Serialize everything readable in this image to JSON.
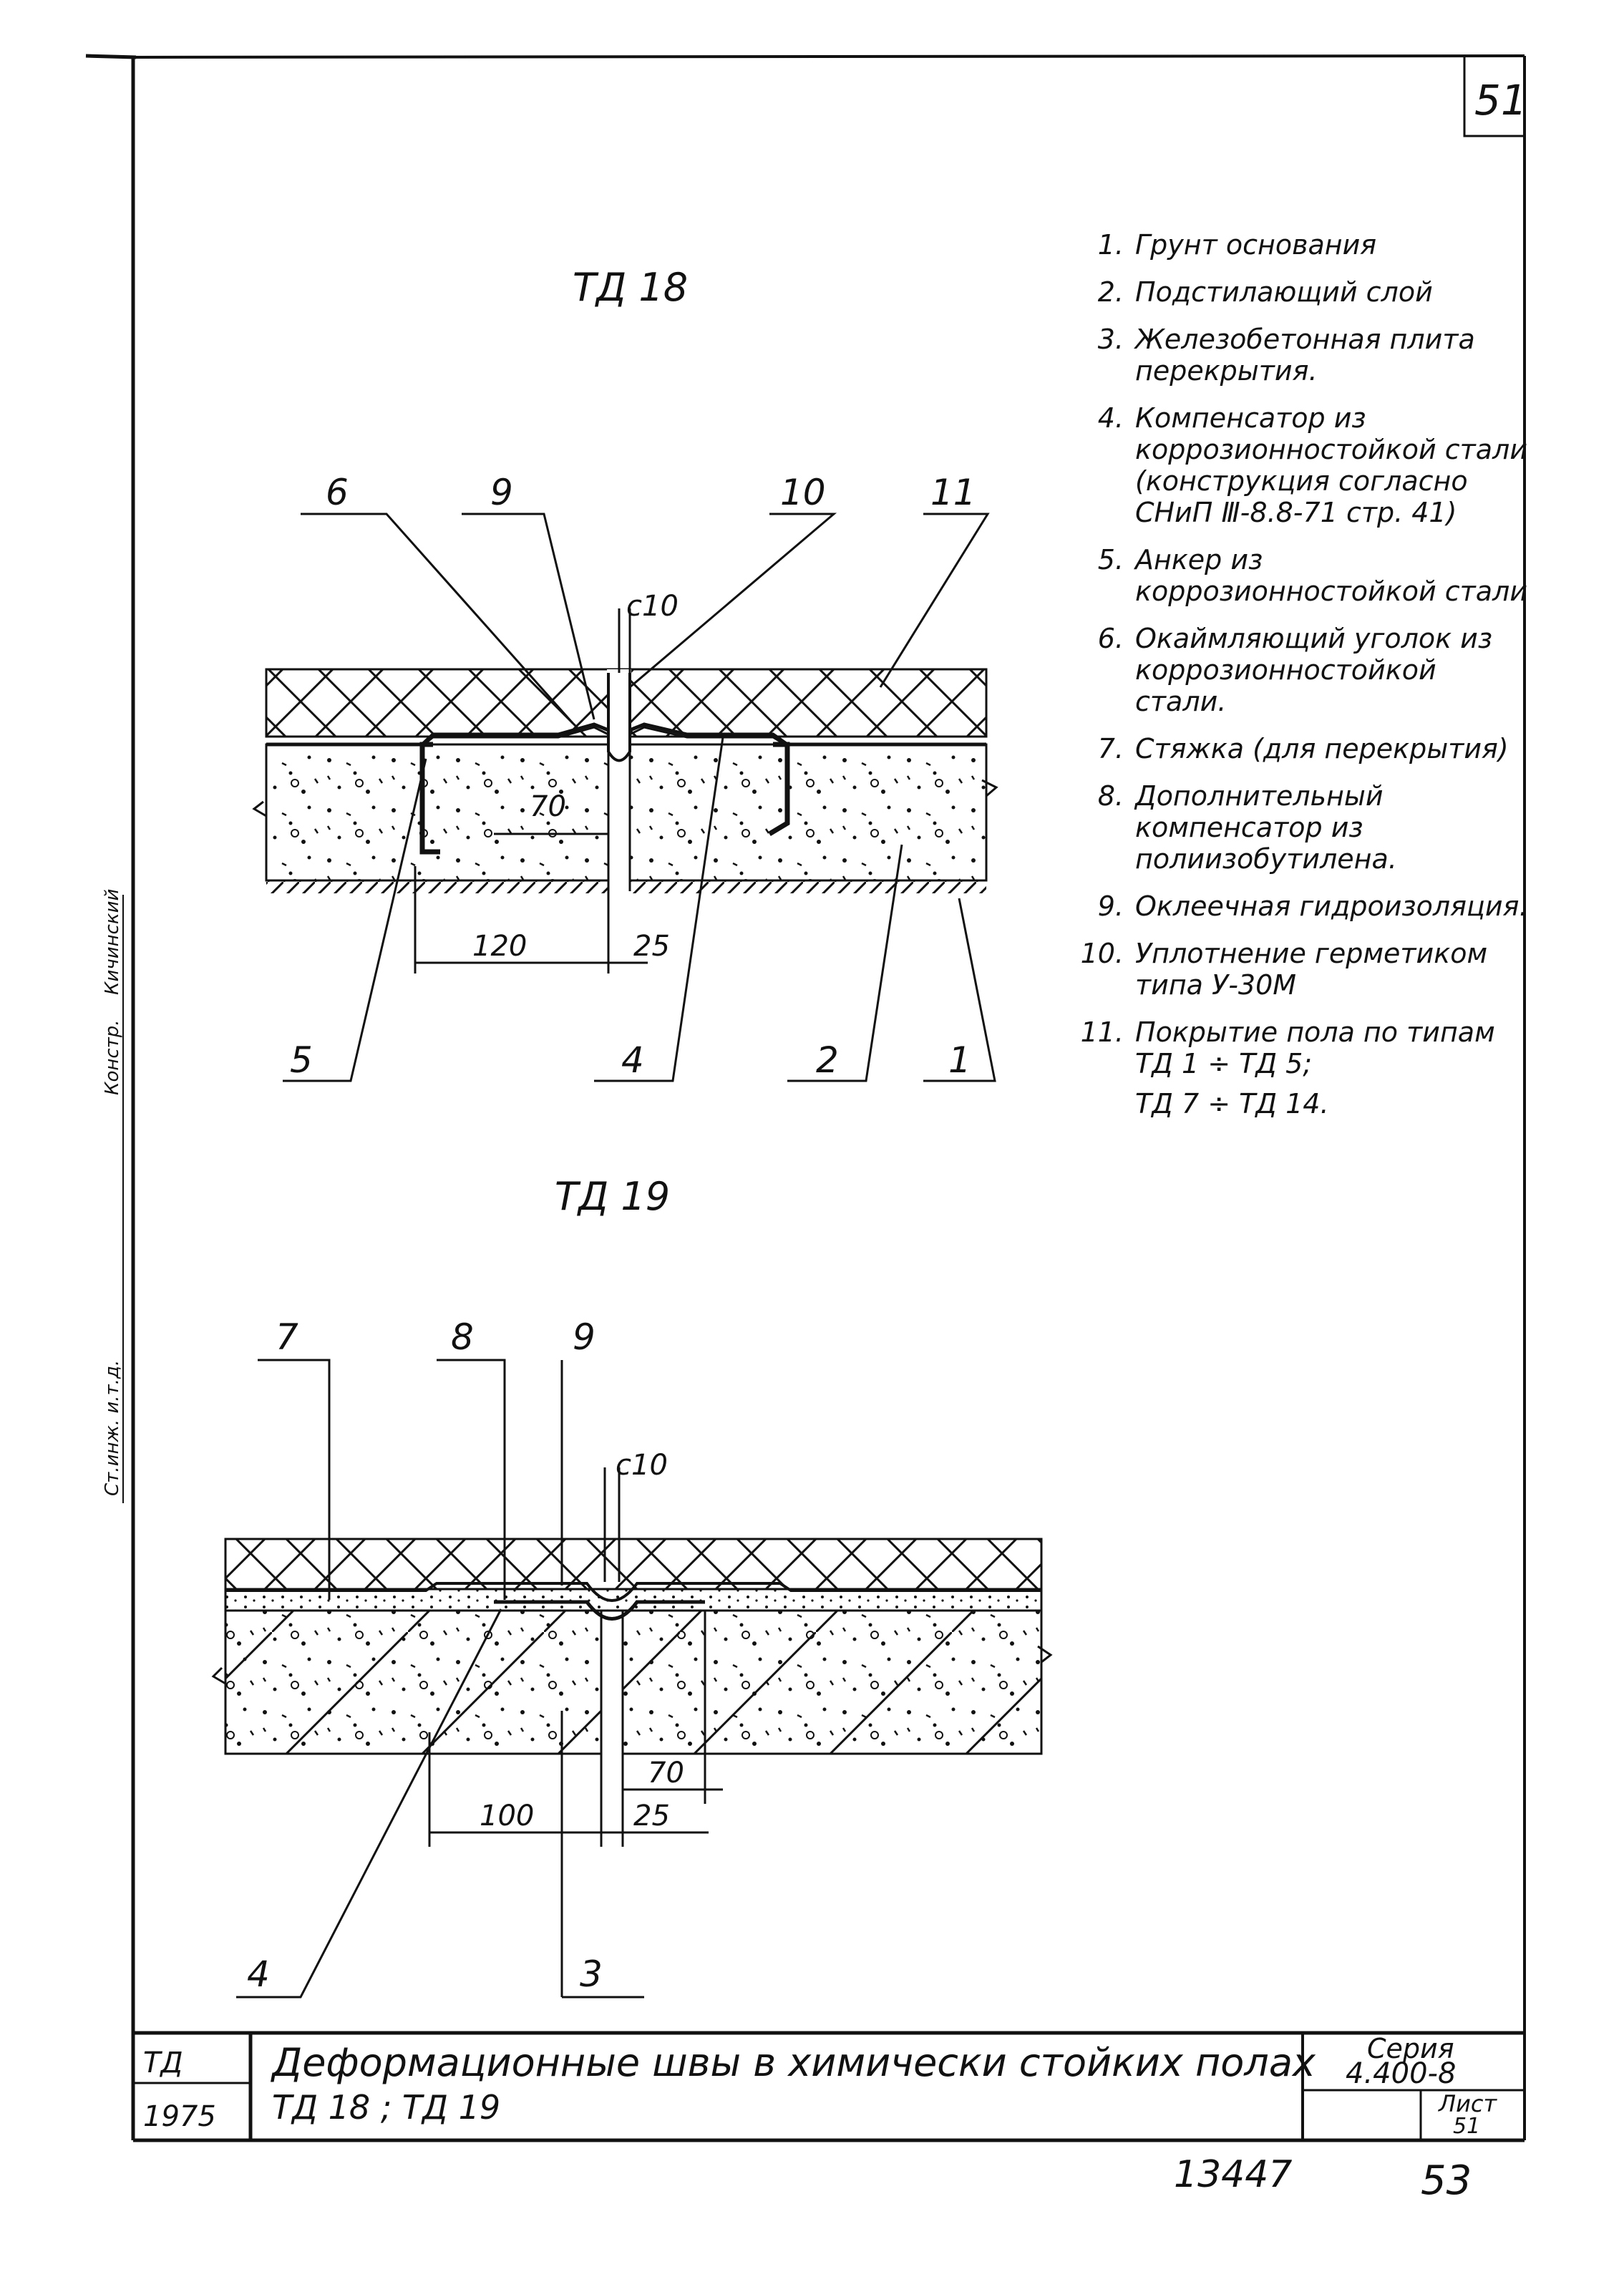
{
  "sheet_number_top": "51",
  "drawing_titles": {
    "top": "ТД 18",
    "bottom": "ТД 19"
  },
  "callouts_top": [
    "6",
    "9",
    "10",
    "11",
    "5",
    "4",
    "2",
    "1"
  ],
  "callouts_bottom": [
    "7",
    "8",
    "9",
    "4",
    "3"
  ],
  "dimensions_top": [
    "с10",
    "70",
    "120",
    "25"
  ],
  "dimensions_bottom": [
    "с10",
    "70",
    "100",
    "25"
  ],
  "legend": [
    {
      "num": "1.",
      "text": "Грунт основания"
    },
    {
      "num": "2.",
      "text": "Подстилающий слой"
    },
    {
      "num": "3.",
      "text": "Железобетонная плита перекрытия."
    },
    {
      "num": "4.",
      "text": "Компенсатор из коррозионностойкой стали (конструкция согласно СНиП Ⅲ-8.8-71 стр. 41)"
    },
    {
      "num": "5.",
      "text": "Анкер из коррозионностойкой стали"
    },
    {
      "num": "6.",
      "text": "Окаймляющий уголок из коррозионностойкой стали."
    },
    {
      "num": "7.",
      "text": "Стяжка (для перекрытия)"
    },
    {
      "num": "8.",
      "text": "Дополнительный компенсатор из полиизобутилена."
    },
    {
      "num": "9.",
      "text": "Оклеечная гидроизоляция."
    },
    {
      "num": "10.",
      "text": "Уплотнение герметиком типа У-30М"
    },
    {
      "num": "11.",
      "text": "Покрытие пола по типам ТД 1 ÷ ТД 5;",
      "extra": "ТД 7 ÷ ТД 14."
    }
  ],
  "side_stamp": [
    "Ст.инж. и.т.д.",
    "Констр.",
    "Кичинский"
  ],
  "title_block": {
    "org": "ТД",
    "year": "1975",
    "title_line1": "Деформационные швы в химически стойких полах",
    "title_line2": "ТД 18 ; ТД 19",
    "series_label": "Серия",
    "series_value": "4.400-8",
    "sheet_label": "Лист",
    "sheet_value": "51"
  },
  "bottom_numbers": {
    "inventory": "13447",
    "page": "53"
  }
}
